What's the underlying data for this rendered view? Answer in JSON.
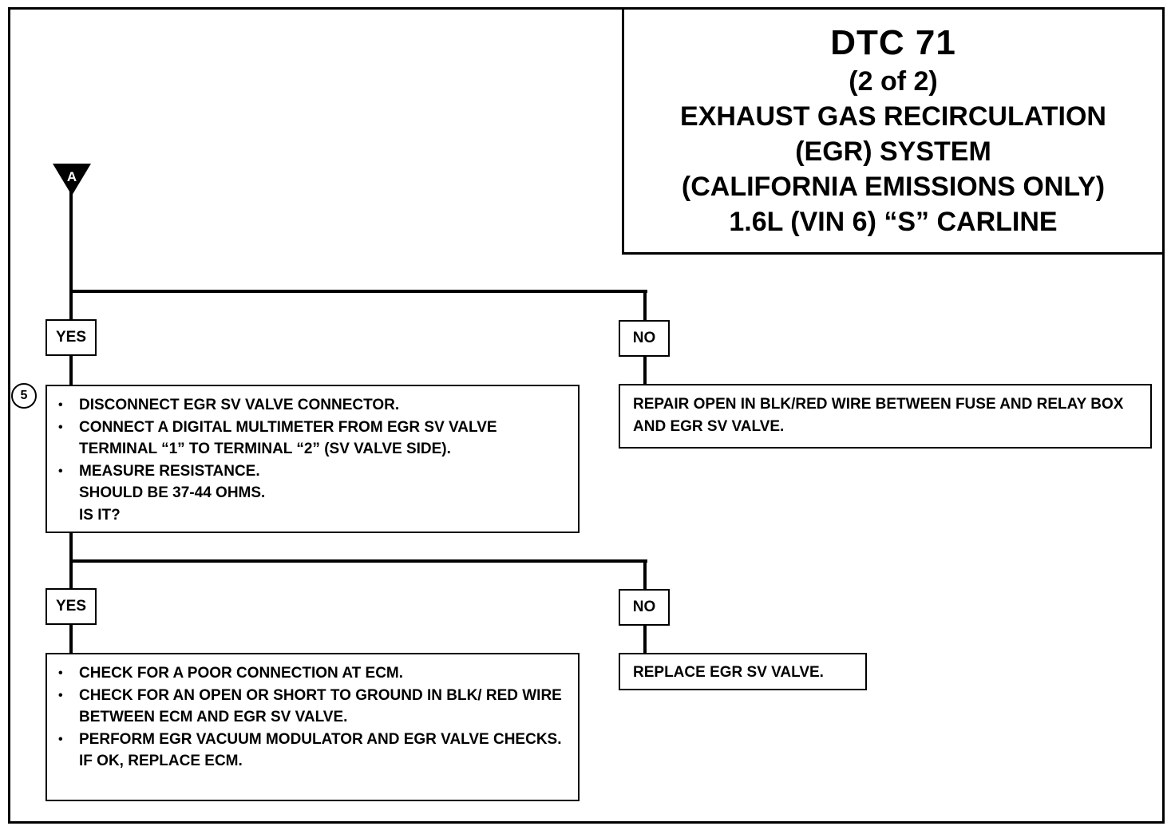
{
  "title": {
    "line1": "DTC 71",
    "line2": "(2 of 2)",
    "line3": "EXHAUST GAS RECIRCULATION",
    "line4": "(EGR) SYSTEM",
    "line5": "(CALIFORNIA EMISSIONS ONLY)",
    "line6": "1.6L (VIN 6) “S” CARLINE"
  },
  "connector": {
    "letter": "A"
  },
  "step5": {
    "number": "5",
    "items": [
      "DISCONNECT EGR SV VALVE CONNECTOR.",
      "CONNECT A DIGITAL MULTIMETER FROM EGR SV VALVE TERMINAL “1” TO TERMINAL “2” (SV VALVE SIDE).",
      "MEASURE RESISTANCE."
    ],
    "followup": [
      "SHOULD BE 37-44 OHMS.",
      "IS IT?"
    ]
  },
  "labels": {
    "yes": "YES",
    "no": "NO"
  },
  "no1_box": {
    "text": "REPAIR OPEN IN BLK/RED WIRE BETWEEN FUSE AND RELAY BOX AND EGR SV VALVE."
  },
  "yes2_box": {
    "items": [
      "CHECK FOR A POOR CONNECTION AT ECM.",
      "CHECK FOR AN OPEN OR SHORT TO GROUND IN BLK/ RED WIRE BETWEEN ECM AND EGR SV VALVE.",
      "PERFORM EGR VACUUM MODULATOR AND EGR VALVE CHECKS."
    ],
    "followup": "IF OK, REPLACE ECM."
  },
  "no2_box": {
    "text": "REPLACE EGR SV VALVE."
  }
}
